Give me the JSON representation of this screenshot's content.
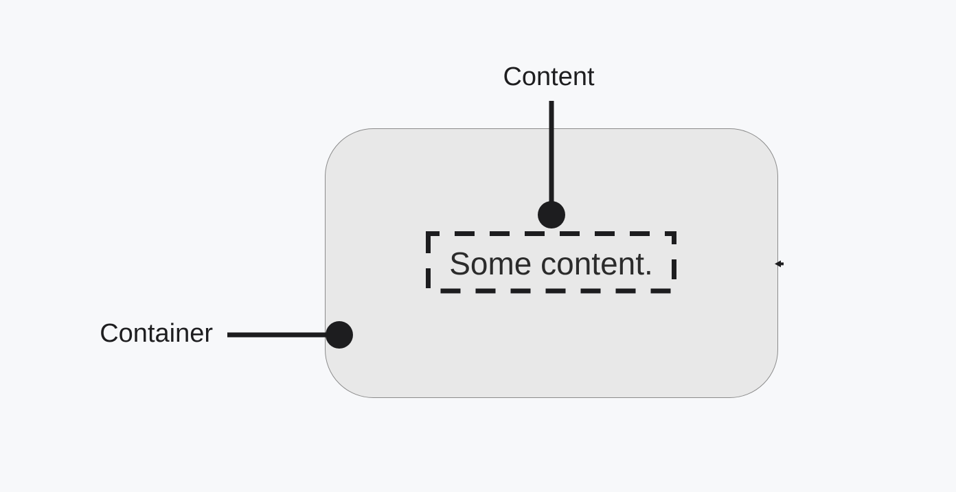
{
  "diagram": {
    "labels": {
      "content": "Content",
      "container": "Container"
    },
    "container_box": {
      "content_text": "Some content."
    },
    "colors": {
      "page_background": "#f7f8fa",
      "container_fill": "#e8e8e8",
      "container_border": "#8b8b8b",
      "ink": "#1d1d1f",
      "content_text_color": "#2b2b2b"
    }
  }
}
